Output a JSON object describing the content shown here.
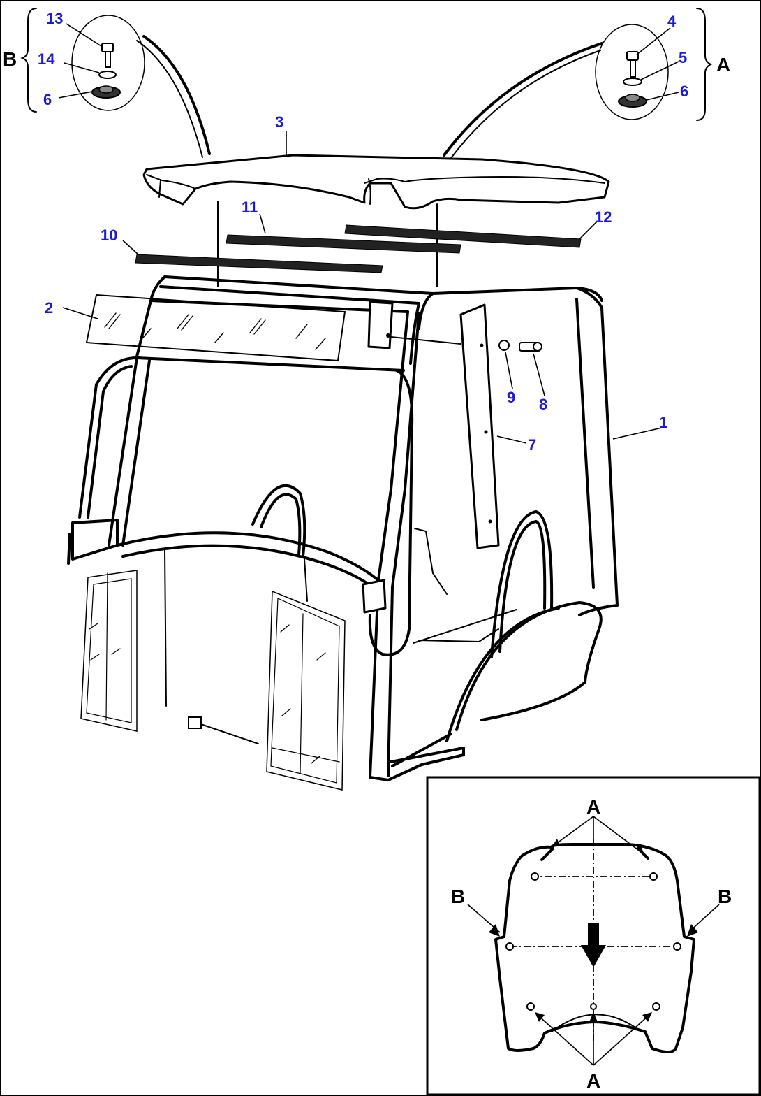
{
  "callouts": {
    "c1": "1",
    "c2": "2",
    "c3": "3",
    "c4": "4",
    "c5": "5",
    "c6a": "6",
    "c6b": "6",
    "c7": "7",
    "c8": "8",
    "c9": "9",
    "c10": "10",
    "c11": "11",
    "c12": "12",
    "c13": "13",
    "c14": "14"
  },
  "detail_labels": {
    "group_a": "A",
    "group_b": "B"
  },
  "inset_labels": {
    "top_a": "A",
    "bottom_a": "A",
    "left_b": "B",
    "right_b": "B"
  },
  "colors": {
    "callout": "#1a1adf",
    "line": "#000000",
    "background": "#ffffff"
  }
}
